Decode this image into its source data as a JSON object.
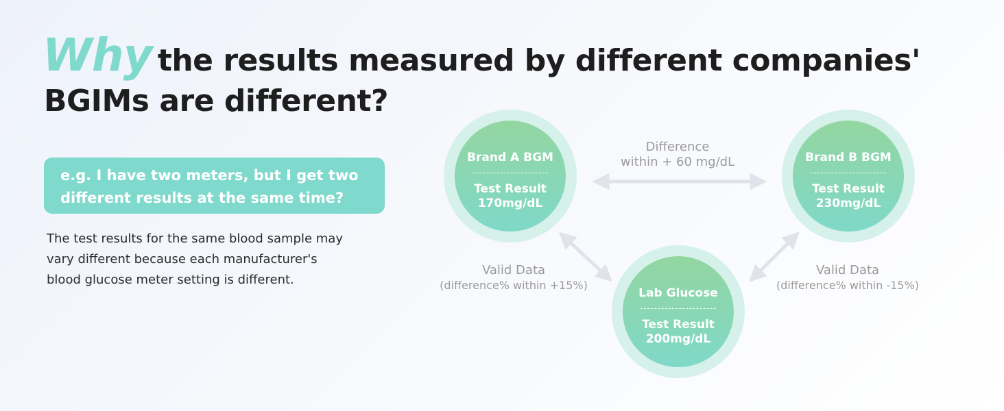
{
  "headline": {
    "emphasis": "Why",
    "line1": "the results measured by different companies'",
    "line2": "BGIMs are different?"
  },
  "callout": {
    "line1": "e.g. I have two meters, but I get two",
    "line2": "different results at the same time?"
  },
  "explanation": {
    "line1": "The test results for the same blood sample may",
    "line2": "vary different because each manufacturer's",
    "line3": "blood glucose meter setting is different."
  },
  "circles": {
    "brand_a": {
      "name": "Brand A BGM",
      "label": "Test Result",
      "value": "170mg/dL"
    },
    "brand_b": {
      "name": "Brand B BGM",
      "label": "Test Result",
      "value": "230mg/dL"
    },
    "lab": {
      "name": "Lab Glucose",
      "label": "Test Result",
      "value": "200mg/dL"
    }
  },
  "notes": {
    "difference": {
      "line1": "Difference",
      "line2": "within + 60 mg/dL"
    },
    "valid_left": {
      "line1": "Valid Data",
      "line2": "(difference% within +15%)"
    },
    "valid_right": {
      "line1": "Valid Data",
      "line2": "(difference% within -15%)"
    }
  },
  "colors": {
    "accent": "#7fd9cc",
    "circle_gradient_top": "#93d6a0",
    "circle_gradient_bottom": "#7fd8c8",
    "arrow": "#e0e4ea",
    "note_text": "#9a9a9a"
  }
}
